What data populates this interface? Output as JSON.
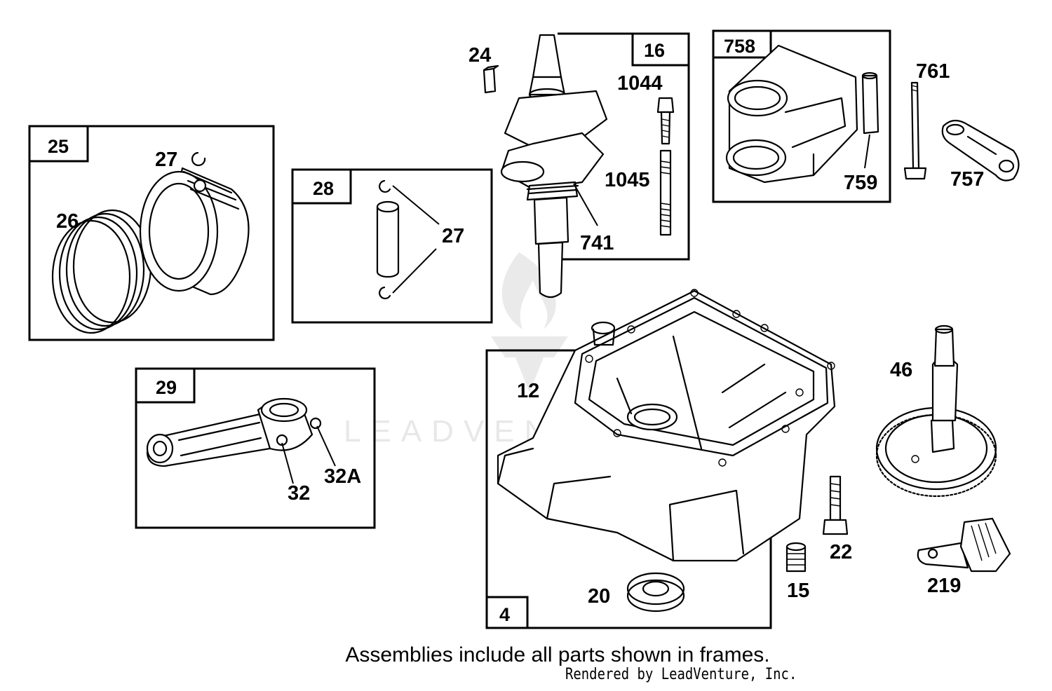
{
  "frames": [
    {
      "id": "frame-25",
      "tab": "25"
    },
    {
      "id": "frame-28",
      "tab": "28"
    },
    {
      "id": "frame-29",
      "tab": "29"
    },
    {
      "id": "frame-16",
      "tab": "16"
    },
    {
      "id": "frame-758",
      "tab": "758"
    },
    {
      "id": "frame-4",
      "tab": "4"
    }
  ],
  "labels": {
    "l24": "24",
    "l1044": "1044",
    "l1045": "1045",
    "l741": "741",
    "l27a": "27",
    "l26": "26",
    "l27b": "27",
    "l759": "759",
    "l761": "761",
    "l757": "757",
    "l12": "12",
    "l46": "46",
    "l32": "32",
    "l32a": "32A",
    "l22": "22",
    "l15": "15",
    "l20": "20",
    "l219": "219"
  },
  "caption": "Assemblies include all parts shown in frames.",
  "credit": "Rendered by LeadVenture, Inc.",
  "watermark": "LEADVENTURE"
}
